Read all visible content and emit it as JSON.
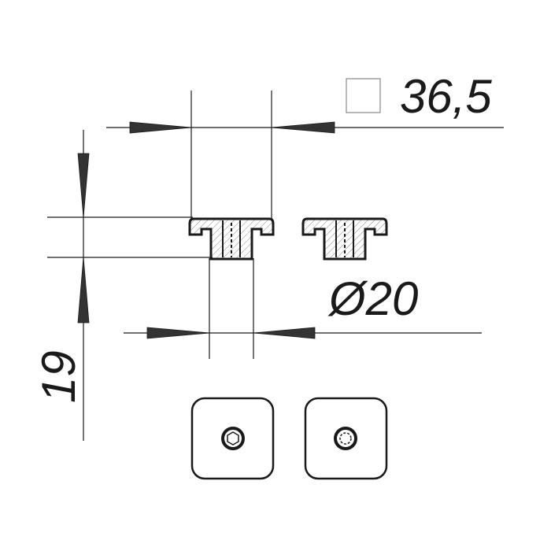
{
  "dimensions": {
    "width_label": "36,5",
    "width_symbol": "square-icon",
    "height_label": "19",
    "diameter_label": "Ø20"
  },
  "colors": {
    "line": "#1a1a1a",
    "background": "#ffffff"
  }
}
